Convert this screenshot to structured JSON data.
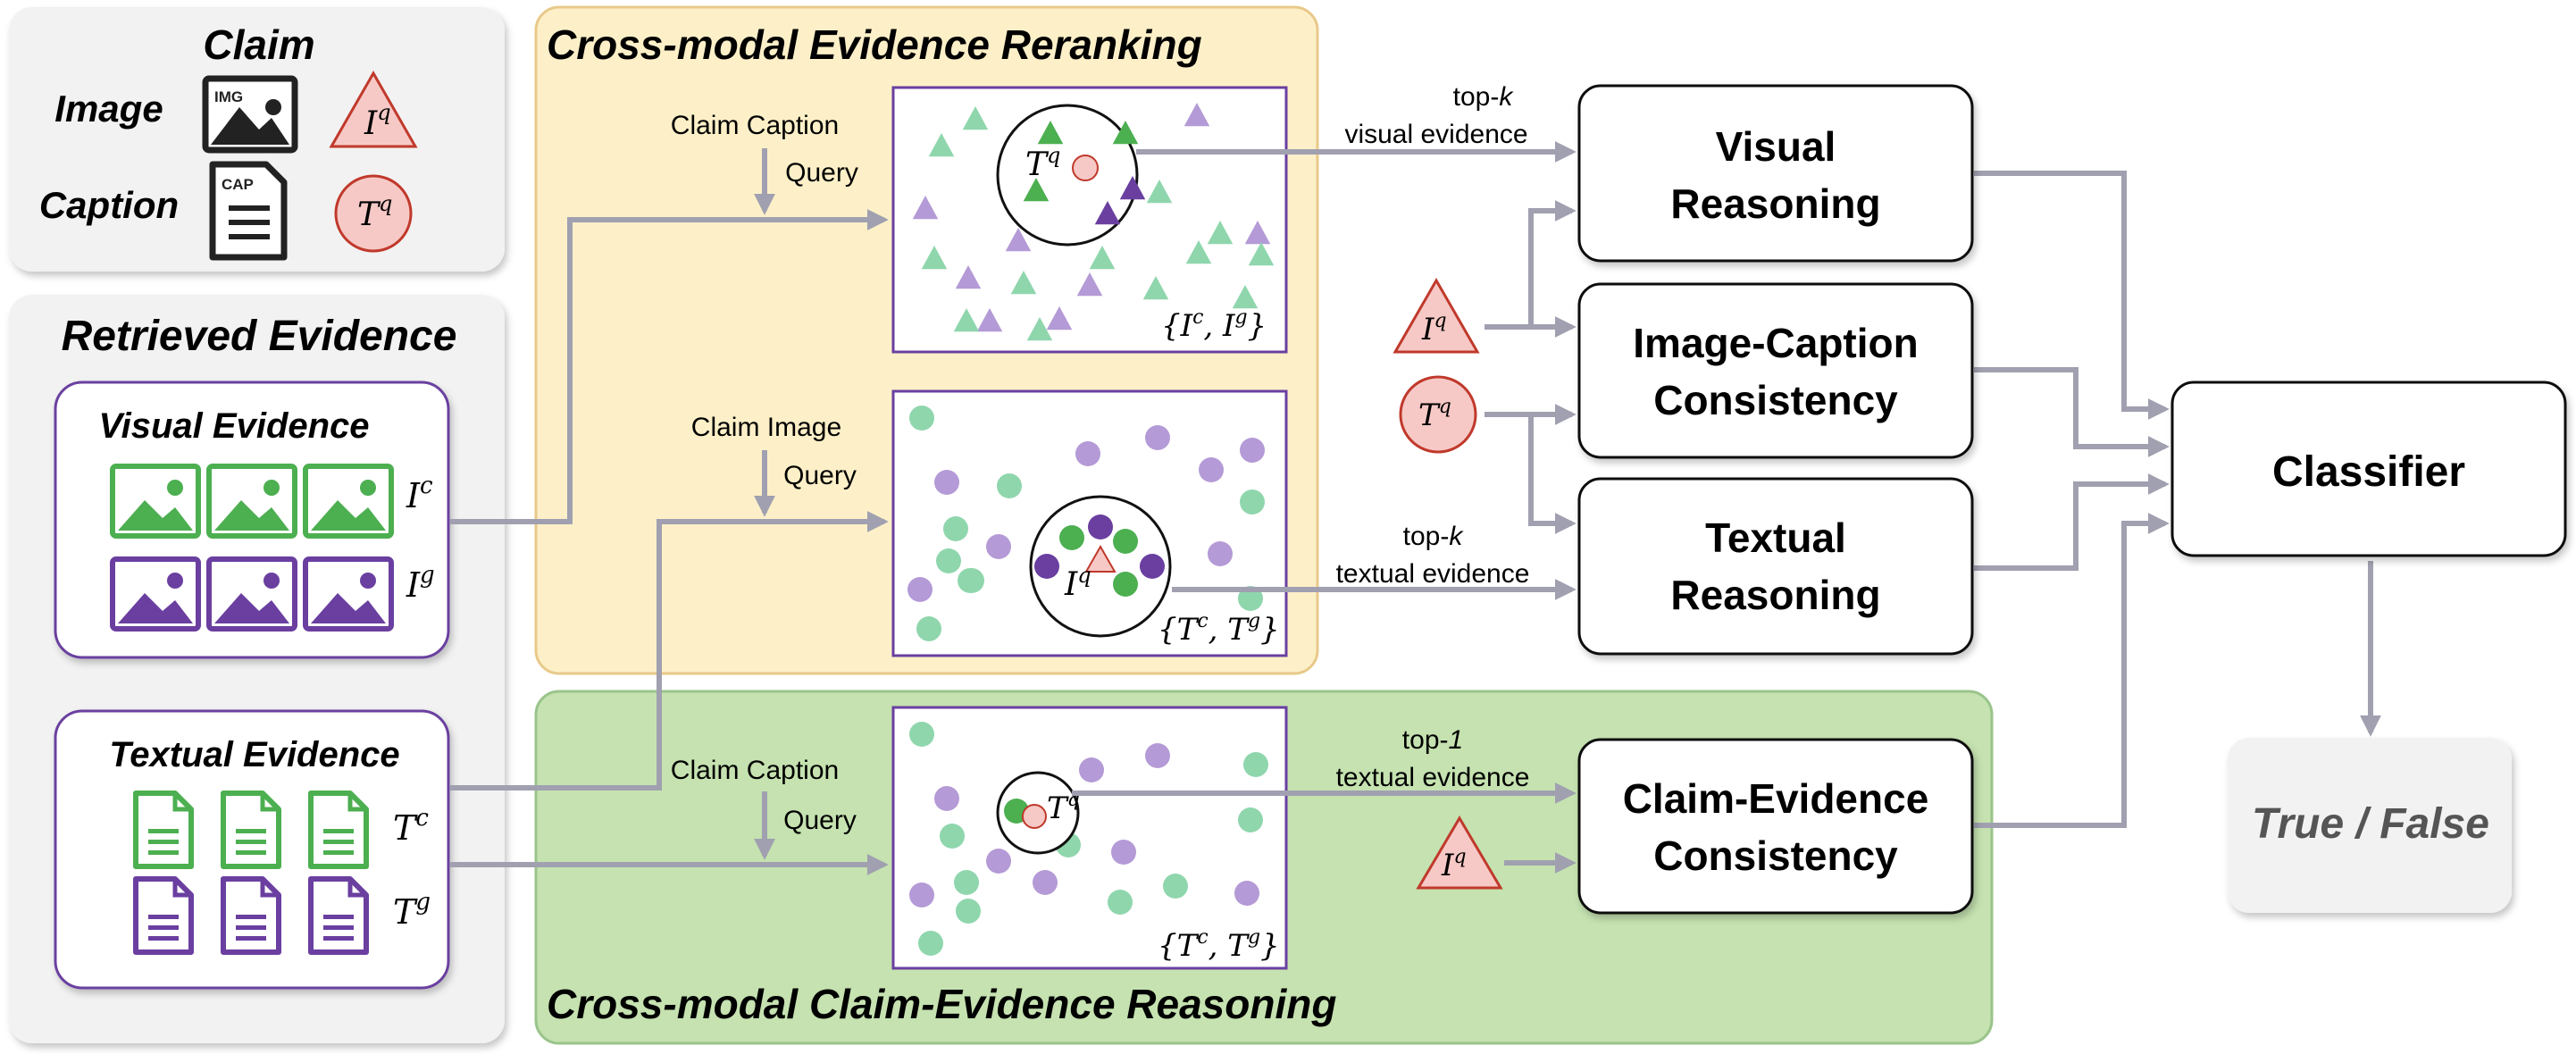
{
  "claim": {
    "title": "Claim",
    "image_label": "Image",
    "caption_label": "Caption",
    "img_tag": "IMG",
    "cap_tag": "CAP",
    "iq_symbol": "I",
    "iq_sup": "q",
    "tq_symbol": "T",
    "tq_sup": "q"
  },
  "retrieved": {
    "title": "Retrieved Evidence",
    "visual_title": "Visual Evidence",
    "textual_title": "Textual Evidence",
    "ic_symbol": "I",
    "ic_sup": "c",
    "ig_symbol": "I",
    "ig_sup": "g",
    "tc_symbol": "T",
    "tc_sup": "c",
    "tg_symbol": "T",
    "tg_sup": "g"
  },
  "reranking": {
    "title": "Cross-modal Evidence Reranking",
    "query1_line1": "Claim Caption",
    "query1_line2": "Query",
    "query2_line1": "Claim Image",
    "query2_line2": "Query",
    "set1": "{I",
    "set1_a_sup": "c",
    "set1_mid": ", I",
    "set1_b_sup": "g",
    "set1_end": "}",
    "set2": "{T",
    "set2_a_sup": "c",
    "set2_mid": ", T",
    "set2_b_sup": "g",
    "set2_end": "}"
  },
  "reasoning": {
    "title": "Cross-modal Claim-Evidence Reasoning",
    "query_line1": "Claim Caption",
    "query_line2": "Query",
    "set": "{T",
    "set_a_sup": "c",
    "set_mid": ", T",
    "set_b_sup": "g",
    "set_end": "}"
  },
  "edges": {
    "topk_visual_1": "top-",
    "topk_visual_k": "k",
    "topk_visual_2": "visual evidence",
    "topk_textual_1": "top-",
    "topk_textual_k": "k",
    "topk_textual_2": "textual evidence",
    "top1_textual_1": "top-",
    "top1_textual_k": "1",
    "top1_textual_2": "textual evidence"
  },
  "modules": {
    "visual_reasoning_1": "Visual",
    "visual_reasoning_2": "Reasoning",
    "image_caption_1": "Image-Caption",
    "image_caption_2": "Consistency",
    "textual_reasoning_1": "Textual",
    "textual_reasoning_2": "Reasoning",
    "claim_evidence_1": "Claim-Evidence",
    "claim_evidence_2": "Consistency",
    "classifier": "Classifier",
    "output": "True / False"
  },
  "colors": {
    "green": "#4caf50",
    "light_green": "#8fd6ad",
    "purple": "#6a3fa0",
    "light_purple": "#b49ad6",
    "pink": "#f6c9c6",
    "red": "#c0392b",
    "panel_gray": "#f2f2f2",
    "panel_yellow": "#fdf0c8",
    "panel_green": "#c5e2b0",
    "arrow": "#a0a0b0"
  }
}
